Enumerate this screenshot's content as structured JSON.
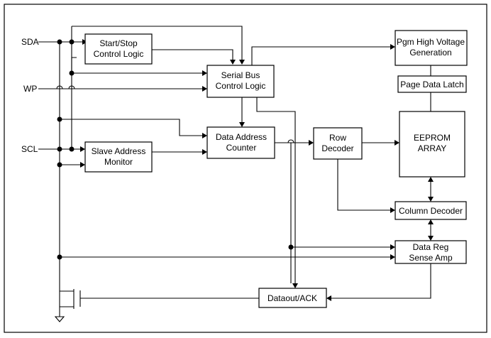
{
  "signals": {
    "sda": "SDA",
    "wp": "WP",
    "scl": "SCL"
  },
  "blocks": {
    "start_stop": [
      "Start/Stop",
      "Control Logic"
    ],
    "serial_bus": [
      "Serial Bus",
      "Control Logic"
    ],
    "slave_address": [
      "Slave Address",
      "Monitor"
    ],
    "data_address": [
      "Data Address",
      "Counter"
    ],
    "row_decoder": [
      "Row",
      "Decoder"
    ],
    "pgm_high_voltage": [
      "Pgm High Voltage",
      "Generation"
    ],
    "page_data_latch": [
      "Page Data Latch"
    ],
    "eeprom_array": [
      "EEPROM",
      "ARRAY"
    ],
    "column_decoder": [
      "Column Decoder"
    ],
    "data_reg": [
      "Data Reg",
      "Sense Amp"
    ],
    "dataout_ack": [
      "Dataout/ACK"
    ]
  },
  "colors": {
    "line": "#000000",
    "background": "#ffffff"
  }
}
